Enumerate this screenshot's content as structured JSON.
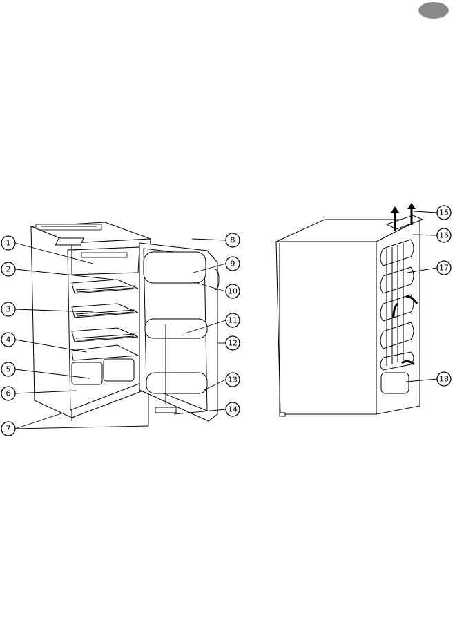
{
  "callouts": {
    "c1": "1",
    "c2": "2",
    "c3": "3",
    "c4": "4",
    "c5": "5",
    "c6": "6",
    "c7": "7",
    "c8": "8",
    "c9": "9",
    "c10": "10",
    "c11": "11",
    "c12": "12",
    "c13": "13",
    "c14": "14",
    "c15": "15",
    "c16": "16",
    "c17": "17",
    "c18": "18"
  },
  "colors": {
    "language_badge": "#8a8a8a",
    "line": "#000000"
  }
}
